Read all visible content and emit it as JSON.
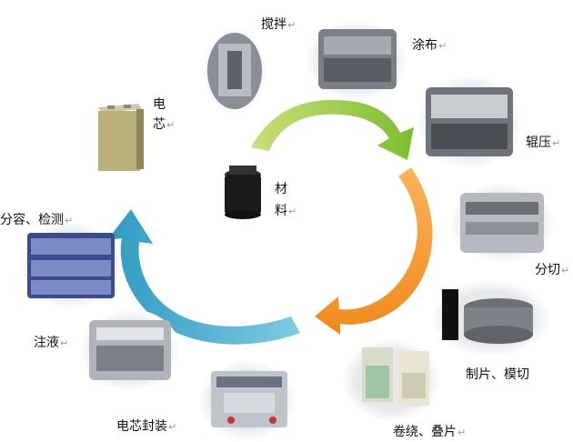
{
  "center": {
    "chars": [
      "材",
      "料"
    ]
  },
  "steps": [
    {
      "id": "stir",
      "label": "搅拌"
    },
    {
      "id": "coat",
      "label": "涂布"
    },
    {
      "id": "roll",
      "label": "辊压"
    },
    {
      "id": "slit",
      "label": "分切"
    },
    {
      "id": "cut",
      "label": "制片、模切"
    },
    {
      "id": "wind",
      "label": "卷绕、叠片"
    },
    {
      "id": "pack",
      "label": "电芯封装"
    },
    {
      "id": "fill",
      "label": "注液"
    },
    {
      "id": "test",
      "label": "分容、检测"
    },
    {
      "id": "cell",
      "chars": [
        "电",
        "芯"
      ]
    }
  ],
  "colors": {
    "arrow_green": "#8cc63f",
    "arrow_orange": "#f7941d",
    "arrow_blue": "#3aa6c8"
  },
  "return_mark": "↵"
}
